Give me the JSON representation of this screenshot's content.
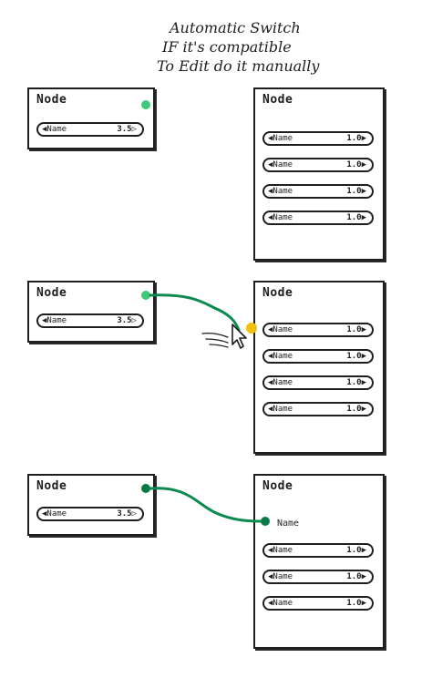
{
  "note": {
    "line1": "Automatic Switch",
    "line2": "IF it's compatible",
    "line3": "To Edit do it manually"
  },
  "colors": {
    "ink": "#1e1e1e",
    "green_link": "#0d8a50",
    "green_socket": "#3ec97a",
    "dark_green_socket": "#0a7a45",
    "yellow_socket": "#f4c20d"
  },
  "panels": [
    {
      "source": {
        "title": "Node",
        "field": {
          "label": "◀Name",
          "value": "3.5▷"
        }
      },
      "target": {
        "title": "Node",
        "fields": [
          {
            "label": "◀Name",
            "value": "1.0▶"
          },
          {
            "label": "◀Name",
            "value": "1.0▶"
          },
          {
            "label": "◀Name",
            "value": "1.0▶"
          },
          {
            "label": "◀Name",
            "value": "1.0▶"
          }
        ]
      }
    },
    {
      "source": {
        "title": "Node",
        "field": {
          "label": "◀Name",
          "value": "3.5▷"
        }
      },
      "target": {
        "title": "Node",
        "fields": [
          {
            "label": "◀Name",
            "value": "1.0▶"
          },
          {
            "label": "◀Name",
            "value": "1.0▶"
          },
          {
            "label": "◀Name",
            "value": "1.0▶"
          },
          {
            "label": "◀Name",
            "value": "1.0▶"
          }
        ]
      }
    },
    {
      "source": {
        "title": "Node",
        "field": {
          "label": "◀Name",
          "value": "3.5▷"
        }
      },
      "target": {
        "title": "Node",
        "connected_label": "Name",
        "fields": [
          {
            "label": "◀Name",
            "value": "1.0▶"
          },
          {
            "label": "◀Name",
            "value": "1.0▶"
          },
          {
            "label": "◀Name",
            "value": "1.0▶"
          }
        ]
      }
    }
  ]
}
